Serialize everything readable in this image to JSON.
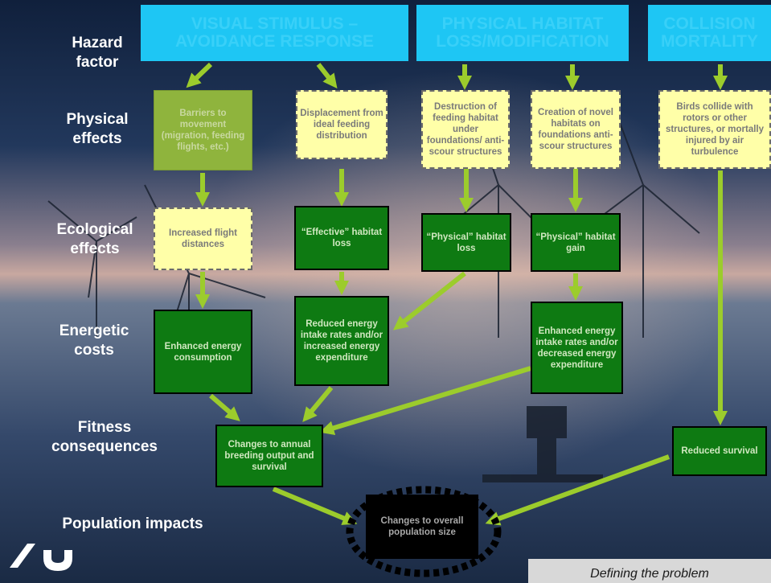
{
  "row_labels": {
    "hazard": "Hazard factor",
    "physical": "Physical effects",
    "ecological": "Ecological effects",
    "energetic": "Energetic costs",
    "fitness": "Fitness consequences",
    "population": "Population impacts"
  },
  "headers": {
    "visual": "VISUAL STIMULUS – AVOIDANCE RESPONSE",
    "habitat": "PHYSICAL HABITAT LOSS/MODIFICATION",
    "collision": "COLLISION MORTALITY"
  },
  "boxes": {
    "barriers": "Barriers to movement (migration, feeding flights, etc.)",
    "displacement": "Displacement from ideal feeding distribution",
    "destruction": "Destruction of feeding habitat under foundations/ anti-scour structures",
    "creation": "Creation of novel habitats on foundations anti-scour structures",
    "collide": "Birds collide with rotors or other structures, or mortally injured by air turbulence",
    "increased_flight": "Increased flight distances",
    "effective_loss": "“Effective” habitat loss",
    "physical_loss": "“Physical” habitat loss",
    "physical_gain": "“Physical” habitat gain",
    "enhanced_consumption": "Enhanced energy consumption",
    "reduced_intake": "Reduced energy intake rates and/or increased energy expenditure",
    "enhanced_intake": "Enhanced energy intake rates and/or decreased energy expenditure",
    "changes_breeding": "Changes to annual breeding output and survival",
    "reduced_survival": "Reduced survival",
    "population_size": "Changes to overall population size"
  },
  "footer": "Defining the problem",
  "colors": {
    "header": "#1ec6f4",
    "yellow_box": "#ffffa8",
    "dark_green_box": "#0e7a12",
    "light_green_box": "#8fb43d",
    "arrow": "#9ccc2c"
  },
  "logo_icon": "au-logo-icon"
}
